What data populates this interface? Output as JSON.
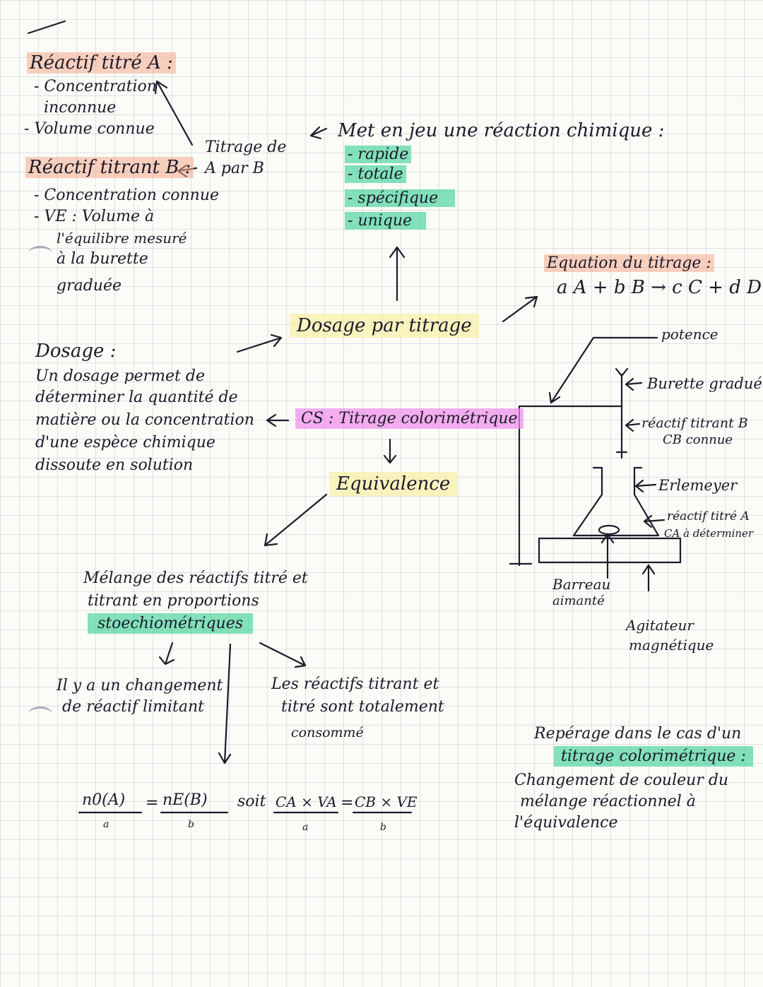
{
  "titre_a": {
    "title": "Réactif titré A :",
    "lines": [
      "- Concentration",
      "inconnue",
      "- Volume connue"
    ]
  },
  "titrant_b": {
    "title": "Réactif titrant B :",
    "lines": [
      "- Concentration connue",
      "- VE : Volume à",
      "l'équilibre mesuré",
      "à la burette",
      "graduée"
    ]
  },
  "titrage_de": [
    "Titrage de",
    "A par B"
  ],
  "reaction": {
    "title": "Met en jeu une réaction chimique :",
    "items": [
      "- rapide",
      "- totale",
      "- spécifique",
      "- unique"
    ]
  },
  "equation": {
    "title": "Equation du titrage :",
    "formula": "a A + b B → c C + d D"
  },
  "dosage_titrage": "Dosage par titrage",
  "dosage": {
    "title": "Dosage :",
    "lines": [
      "Un dosage permet de",
      "déterminer la quantité de",
      "matière ou la concentration",
      "d'une espèce chimique",
      "dissoute en solution"
    ]
  },
  "cs_titrage": "CS : Titrage colorimétrique",
  "equivalence": "Equivalence",
  "apparatus": {
    "potence": "potence",
    "burette": "Burette graduée",
    "reactif_titrant": [
      "réactif titrant B",
      "CB connue"
    ],
    "erlenmeyer": "Erlemeyer",
    "reactif_titre": [
      "réactif titré A",
      "CA à déterminer"
    ],
    "barreau": [
      "Barreau",
      "aimanté"
    ],
    "agitateur": [
      "Agitateur",
      "magnétique"
    ]
  },
  "melange": {
    "lines": [
      "Mélange des réactifs titré et",
      "titrant en proportions"
    ],
    "highlight": "stoechiométriques"
  },
  "changement": [
    "Il y a un changement",
    "de réactif limitant"
  ],
  "consommes": [
    "Les réactifs titrant et",
    "titré sont totalement",
    "consommé"
  ],
  "formula": {
    "n0A": "n0(A)",
    "a1": "a",
    "eq": "=",
    "nEB": "nE(B)",
    "b1": "b",
    "soit": "soit",
    "cava": "CA × VA",
    "a2": "a",
    "eq2": "=",
    "cbve": "CB × VE",
    "b2": "b"
  },
  "reperage": {
    "line1": "Repérage dans le cas d'un",
    "highlight": "titrage colorimétrique :",
    "lines": [
      "Changement de couleur du",
      "mélange réactionnel à",
      "l'équivalence"
    ]
  }
}
